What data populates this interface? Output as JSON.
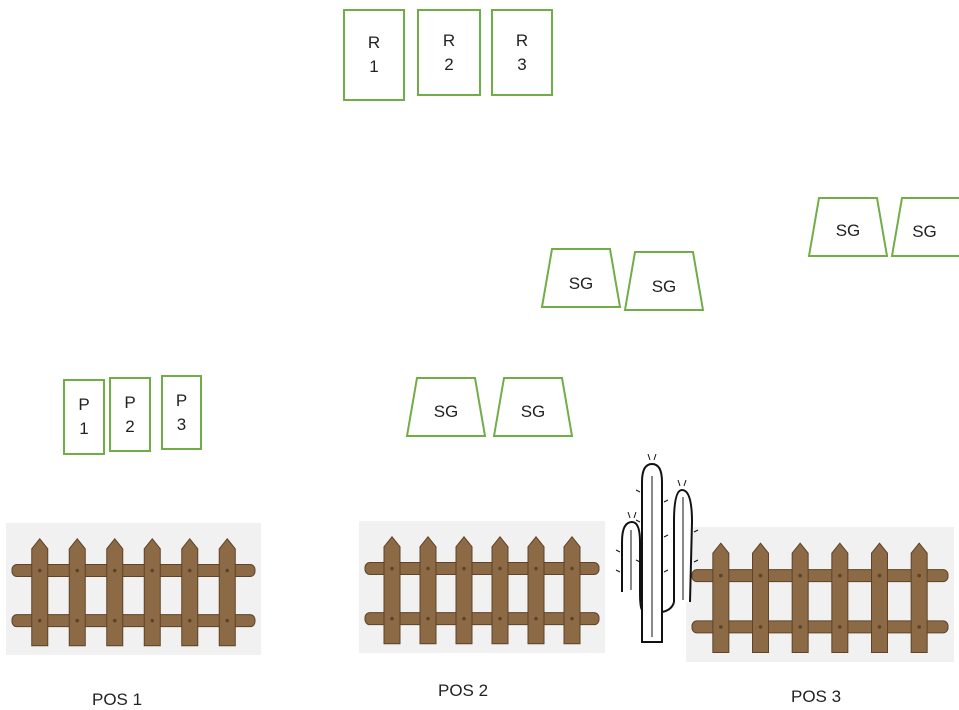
{
  "colors": {
    "outline": "#70ad47",
    "wood": "#8b6a45",
    "wood_dark": "#5e4329"
  },
  "r_boxes": [
    {
      "letter": "R",
      "num": "1"
    },
    {
      "letter": "R",
      "num": "2"
    },
    {
      "letter": "R",
      "num": "3"
    }
  ],
  "p_boxes": [
    {
      "letter": "P",
      "num": "1"
    },
    {
      "letter": "P",
      "num": "2"
    },
    {
      "letter": "P",
      "num": "3"
    }
  ],
  "sg_label": "SG",
  "positions": [
    {
      "label": "POS 1"
    },
    {
      "label": "POS 2"
    },
    {
      "label": "POS 3"
    }
  ],
  "icons": [
    "fence-icon",
    "cactus-icon"
  ]
}
